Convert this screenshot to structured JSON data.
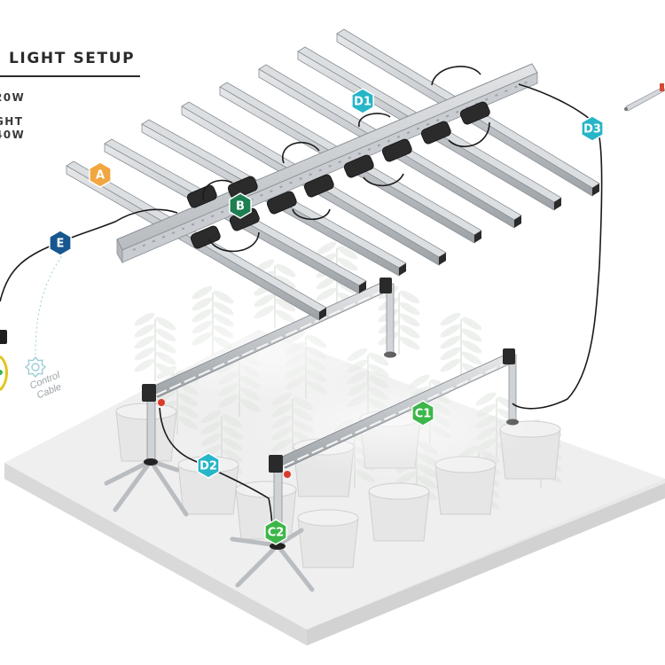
{
  "header": {
    "title": "LIGHT SETUP",
    "spec_1": "20W",
    "spec_2_label": "GHT",
    "spec_2_value": "40W"
  },
  "labels": {
    "control_cable": "Control Cable"
  },
  "badges": [
    {
      "id": "A",
      "text": "A",
      "color": "#F2A640"
    },
    {
      "id": "B",
      "text": "B",
      "color": "#1E7F52"
    },
    {
      "id": "E",
      "text": "E",
      "color": "#17578F"
    },
    {
      "id": "D1",
      "text": "D1",
      "color": "#27B5C8"
    },
    {
      "id": "D2",
      "text": "D2",
      "color": "#27B5C8"
    },
    {
      "id": "D3",
      "text": "D3",
      "color": "#27B5C8"
    },
    {
      "id": "C1",
      "text": "C1",
      "color": "#3DB649"
    },
    {
      "id": "C2",
      "text": "C2",
      "color": "#3DB649"
    }
  ],
  "icons": [
    "gear-icon",
    "light-bar-icon"
  ],
  "colors": {
    "cable": "#1a1a1a",
    "floor": "#ebebeb",
    "bar": "#cfd2d5",
    "plant": "#e2e6e1"
  }
}
